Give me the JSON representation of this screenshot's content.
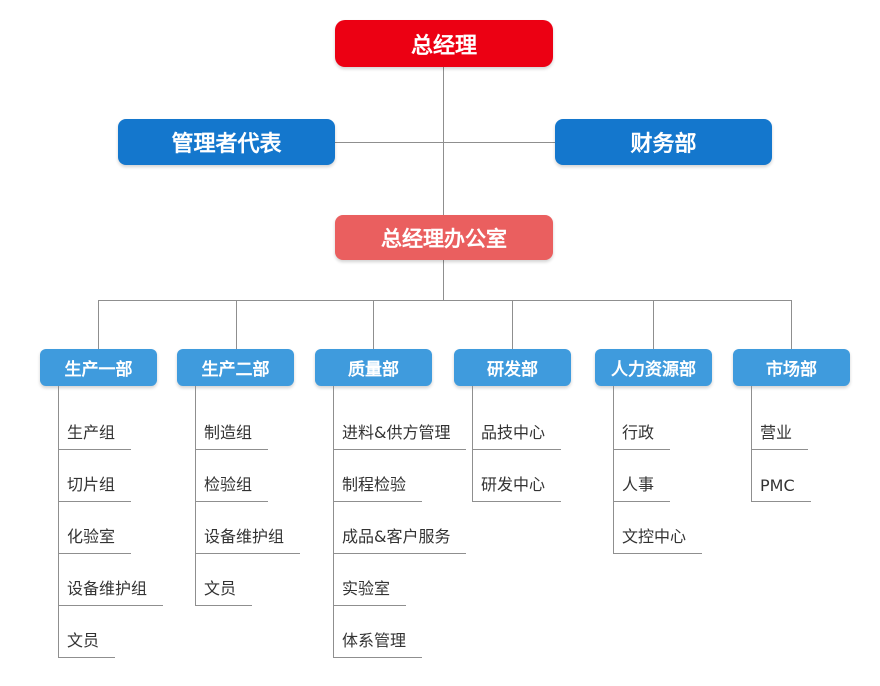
{
  "chart": {
    "type": "org-chart",
    "root": {
      "label": "总经理"
    },
    "level2": [
      {
        "label": "管理者代表"
      },
      {
        "label": "财务部"
      }
    ],
    "office": {
      "label": "总经理办公室"
    },
    "departments": [
      {
        "label": "生产一部",
        "items": [
          "生产组",
          "切片组",
          "化验室",
          "设备维护组",
          "文员"
        ]
      },
      {
        "label": "生产二部",
        "items": [
          "制造组",
          "检验组",
          "设备维护组",
          "文员"
        ]
      },
      {
        "label": "质量部",
        "items": [
          "进料&供方管理",
          "制程检验",
          "成品&客户服务",
          "实验室",
          "体系管理"
        ]
      },
      {
        "label": "研发部",
        "items": [
          "品技中心",
          "研发中心"
        ]
      },
      {
        "label": "人力资源部",
        "items": [
          "行政",
          "人事",
          "文控中心"
        ]
      },
      {
        "label": "市场部",
        "items": [
          "营业",
          "PMC"
        ]
      }
    ],
    "colors": {
      "root_red": "#ec0013",
      "level2_blue": "#1477cd",
      "office_salmon": "#ea5f5f",
      "dept_blue": "#3f9bdd",
      "line_gray": "#8f8f8f",
      "item_text": "#333333"
    }
  }
}
